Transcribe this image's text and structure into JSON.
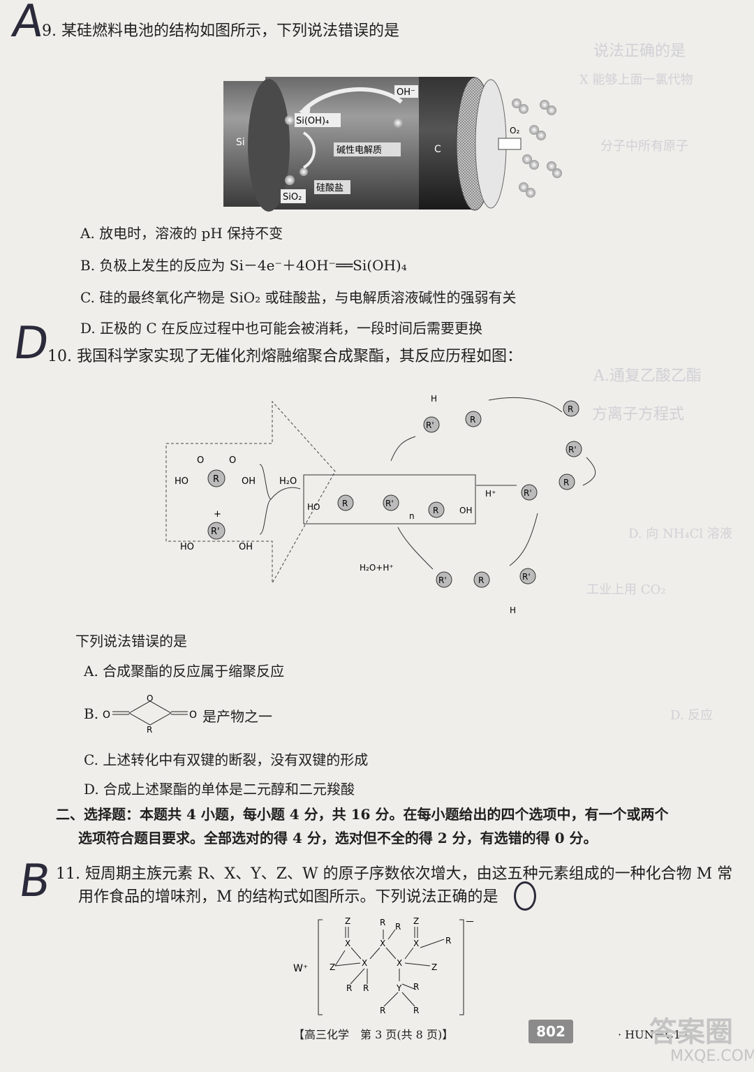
{
  "handwriting": {
    "q9": "A",
    "q10": "D",
    "q11": "B"
  },
  "q9": {
    "stem": "9. 某硅燃料电池的结构如图所示，下列说法错误的是",
    "figure": {
      "si": "Si",
      "c": "C",
      "oh": "OH⁻",
      "sioh4": "Si(OH)₄",
      "electrolyte": "碱性电解质",
      "sio2": "SiO₂",
      "silicate": "硅酸盐",
      "o2": "O₂"
    },
    "options": [
      "A. 放电时，溶液的 pH 保持不变",
      "B. 负极上发生的反应为 Si－4e⁻＋4OH⁻══Si(OH)₄",
      "C. 硅的最终氧化产物是 SiO₂ 或硅酸盐，与电解质溶液碱性的强弱有关",
      "D. 正极的 C 在反应过程中也可能会被消耗，一段时间后需要更换"
    ]
  },
  "q10": {
    "stem": "10. 我国科学家实现了无催化剂熔融缩聚合成聚酯，其反应历程如图：",
    "figure": {
      "r": "R",
      "rp": "R'",
      "ho": "HO",
      "oh": "OH",
      "o": "O",
      "h": "H",
      "plus": "+",
      "h2o": "H₂O",
      "hplus": "H⁺",
      "n": "n",
      "h2o_h": "H₂O+H⁺"
    },
    "prompt": "下列说法错误的是",
    "options": [
      "A. 合成聚酯的反应属于缩聚反应",
      "B.",
      "是产物之一",
      "C. 上述转化中有双键的断裂，没有双键的形成",
      "D. 合成上述聚酯的单体是二元醇和二元羧酸"
    ]
  },
  "section2": {
    "line1": "二、选择题：本题共 4 小题，每小题 4 分，共 16 分。在每小题给出的四个选项中，有一个或两个",
    "line2": "选项符合题目要求。全部选对的得 4 分，选对但不全的得 2 分，有选错的得 0 分。"
  },
  "q11": {
    "line1": "11. 短周期主族元素 R、X、Y、Z、W 的原子序数依次增大，由这五种元素组成的一种化合物 M 常",
    "line2": "用作食品的增味剂，M 的结构式如图所示。下列说法正确的是",
    "figure": {
      "w": "W⁺",
      "x": "X",
      "y": "Y",
      "z": "Z",
      "r": "R",
      "minus": "－"
    }
  },
  "footer": {
    "subject": "【高三化学　第 3 页(共 8 页)】",
    "number": "802",
    "code": "· HUN－C1 ·"
  },
  "watermark": {
    "text1": "答案圈",
    "text2": "MXQE.COM"
  }
}
